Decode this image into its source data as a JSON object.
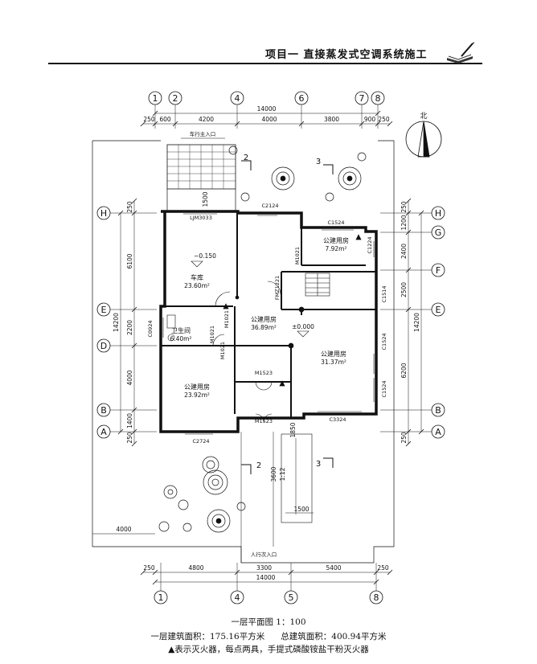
{
  "header": {
    "title": "项目一   直接蒸发式空调系统施工",
    "icon": "book-pen-icon"
  },
  "axes": {
    "top": [
      "1",
      "2",
      "4",
      "6",
      "7",
      "8"
    ],
    "bottom": [
      "1",
      "4",
      "5",
      "8"
    ],
    "left": [
      "H",
      "E",
      "D",
      "B",
      "A"
    ],
    "right": [
      "H",
      "G",
      "F",
      "E",
      "B",
      "A"
    ]
  },
  "dimensions": {
    "top_total": "14000",
    "top_segments": [
      "250",
      "600",
      "4200",
      "4000",
      "3800",
      "900",
      "250"
    ],
    "bottom_segments": [
      "250",
      "4800",
      "3300",
      "5400",
      "250"
    ],
    "bottom_total": "14000",
    "left_total": "14200",
    "left_segments": [
      "250",
      "6100",
      "2200",
      "4000",
      "1400",
      "250"
    ],
    "right_total": "14200",
    "right_segments": [
      "250",
      "1200",
      "2400",
      "2500",
      "6200",
      "250"
    ],
    "misc": [
      "1500",
      "1850",
      "3600",
      "1:12",
      "1500",
      "4000"
    ]
  },
  "labels": {
    "north": "北",
    "car_entrance": "车行主入口",
    "pedestrian_entrance": "人行次入口",
    "section_2": "2",
    "section_3": "3"
  },
  "rooms": [
    {
      "name": "车库",
      "area": "23.60m²",
      "level": "−0.150"
    },
    {
      "name": "卫生间",
      "area": "6.40m²"
    },
    {
      "name": "公建用房",
      "area": "23.92m²"
    },
    {
      "name": "公建用房",
      "area": "36.89m²",
      "level": "±0.000"
    },
    {
      "name": "公建用房",
      "area": "31.37m²"
    },
    {
      "name": "公建用房",
      "area": "7.92m²"
    }
  ],
  "openings": [
    "LJM3033",
    "C2124",
    "C1524",
    "C1224",
    "M1021",
    "FMZ1221",
    "C1514",
    "C0924",
    "M1021",
    "M1021",
    "M1021",
    "C1524",
    "M1523",
    "M1523",
    "C1524",
    "C3324",
    "C2724"
  ],
  "caption": {
    "title": "一层平面图",
    "scale": "1：100",
    "area_line_1": "一层建筑面积：175.16平方米",
    "area_line_2": "总建筑面积：400.94平方米",
    "note": "▲表示灭火器，每点两具，手提式磷酸铵盐干粉灭火器"
  }
}
